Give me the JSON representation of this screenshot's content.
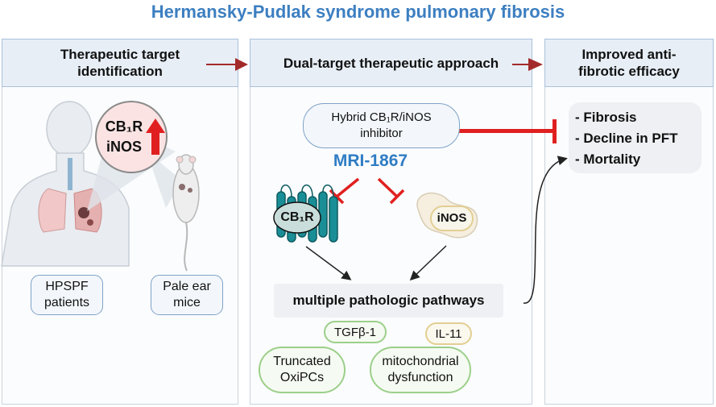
{
  "title": "Hermansky-Pudlak syndrome pulmonary fibrosis",
  "panels": {
    "left": "Therapeutic target identification",
    "middle": "Dual-target therapeutic approach",
    "right": "Improved anti-fibrotic efficacy"
  },
  "targets": {
    "cb1r": "CB₁R",
    "inos": "iNOS"
  },
  "subjects": {
    "patients": "HPSPF patients",
    "mice": "Pale ear mice"
  },
  "inhibitor": {
    "label": "Hybrid CB₁R/iNOS inhibitor",
    "name": "MRI-1867"
  },
  "receptor_labels": {
    "cb1r": "CB₁R",
    "inos": "iNOS"
  },
  "pathways": {
    "title": "multiple pathologic pathways",
    "items": [
      "TGFβ-1",
      "IL-11",
      "Truncated OxiPCs",
      "mitochondrial dysfunction"
    ]
  },
  "outcomes": [
    "- Fibrosis",
    "- Decline in PFT",
    "- Mortality"
  ],
  "colors": {
    "title": "#3d7fc1",
    "inhibitor": "#2f7dc4",
    "arrow_red": "#a32a2a",
    "inhibit_red": "#e02020",
    "pill_border": "#7fa2c8",
    "green_border": "#9ccf8a",
    "tan_border": "#e2cf93"
  }
}
